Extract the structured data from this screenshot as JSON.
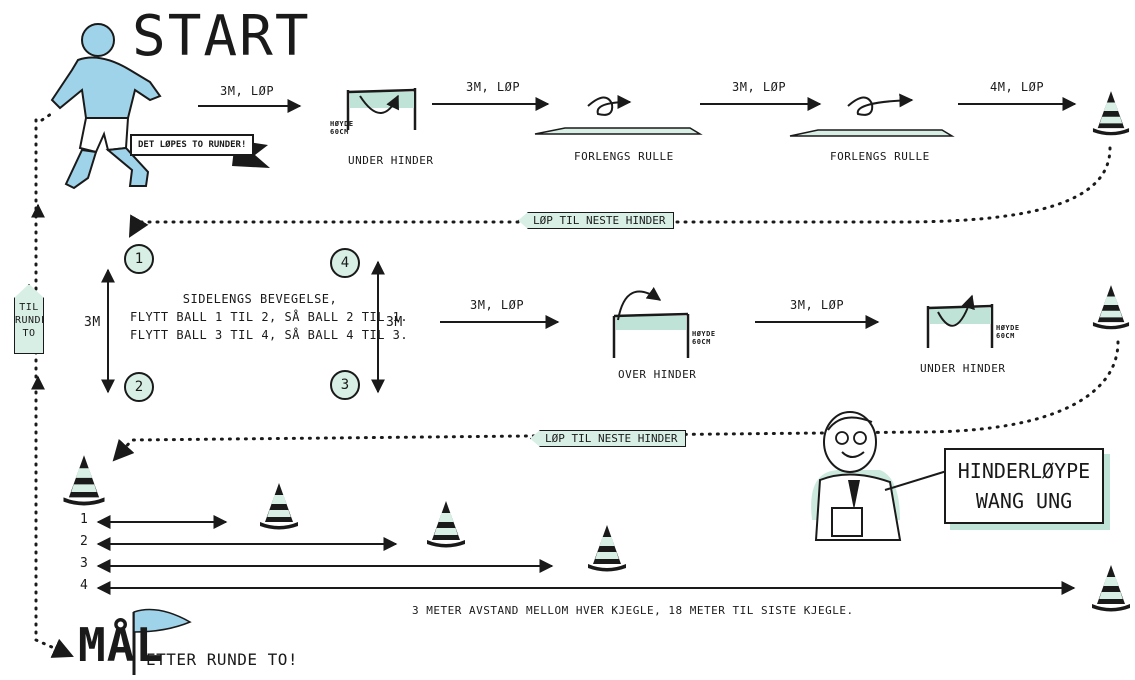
{
  "header": {
    "start": "START"
  },
  "speech": "DET LØPES TO RUNDER!",
  "row1": {
    "arrow1": "3M, LØP",
    "hinder1_label": "UNDER HINDER",
    "hinder1_height": "HØYDE 60CM",
    "arrow2": "3M, LØP",
    "roll1": "FORLENGS RULLE",
    "arrow3": "3M, LØP",
    "roll2": "FORLENGS RULLE",
    "arrow4": "4M, LØP"
  },
  "connector1": "LØP TIL NESTE HINDER",
  "row2": {
    "instructions": [
      "SIDELENGS BEVEGELSE,",
      "FLYTT BALL 1 TIL 2, SÅ BALL 2 TIL 1.",
      "FLYTT BALL 3 TIL 4, SÅ BALL 4 TIL 3."
    ],
    "balls": [
      "1",
      "2",
      "4",
      "3"
    ],
    "dist_left": "3M",
    "dist_right": "3M",
    "arrow1": "3M, LØP",
    "hinder2_label": "OVER HINDER",
    "hinder2_height": "HØYDE 60CM",
    "arrow2": "3M, LØP",
    "hinder3_label": "UNDER HINDER",
    "hinder3_height": "HØYDE 60CM"
  },
  "connector2": "LØP TIL NESTE HINDER",
  "side_tag": "TIL RUNDE TO",
  "sprints": {
    "numbers": [
      "1",
      "2",
      "3",
      "4"
    ],
    "note": "3 METER AVSTAND MELLOM HVER KJEGLE, 18 METER TIL SISTE KJEGLE."
  },
  "board": {
    "line1": "HINDERLØYPE",
    "line2": "WANG UNG"
  },
  "finish": {
    "title": "MÅL",
    "subtitle": "ETTER RUNDE TO!"
  },
  "colors": {
    "accent": "#bfe3d6",
    "accent_blue": "#9fd3ea",
    "ink": "#1a1a1a"
  }
}
